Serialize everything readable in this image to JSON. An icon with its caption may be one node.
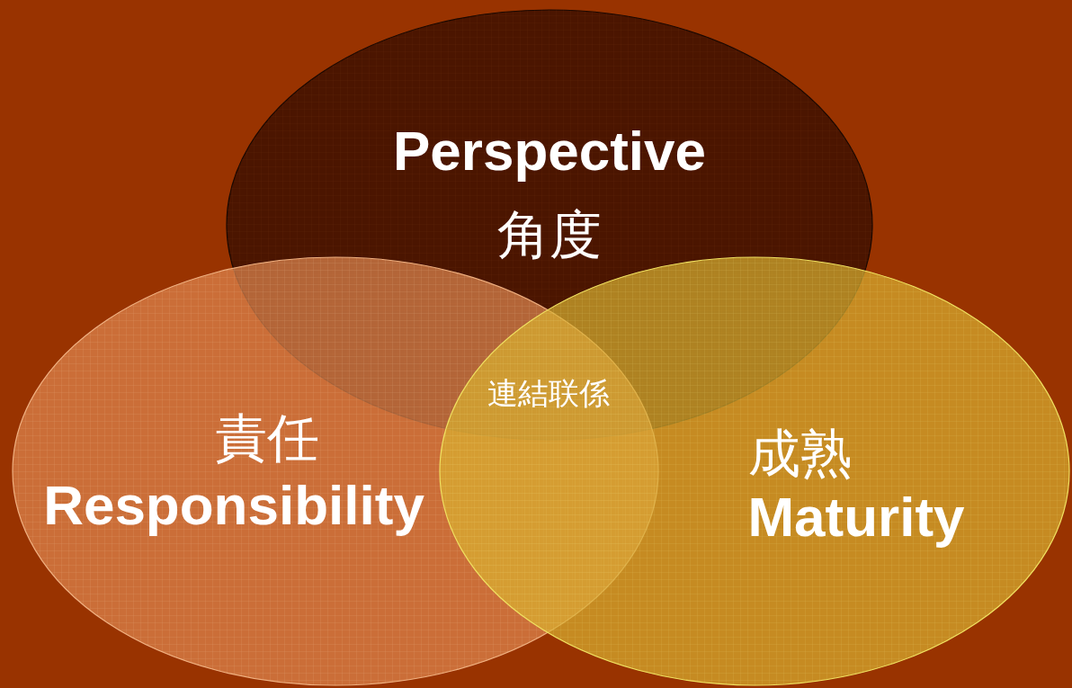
{
  "diagram": {
    "nodes": [
      {
        "text": [
          "Perspective",
          "角度"
        ]
      },
      {
        "text": [
          "責任",
          "Responsibility"
        ]
      },
      {
        "text": [
          "成熟",
          "Maturity"
        ]
      }
    ],
    "labels": [
      "連結联係"
    ]
  }
}
